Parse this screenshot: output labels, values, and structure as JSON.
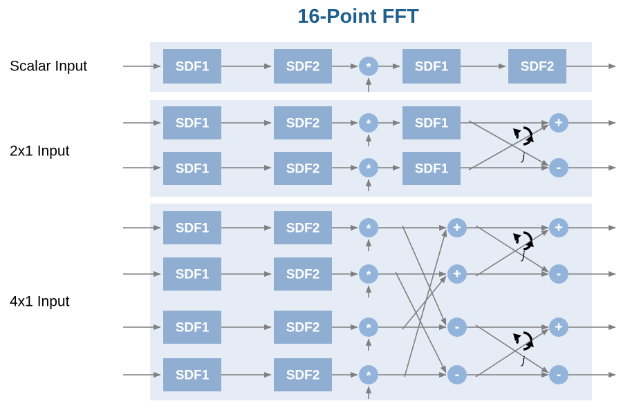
{
  "title": "16-Point FFT",
  "title_color": "#1f5f8f",
  "colors": {
    "panel_bg": "#e6ecf6",
    "block_fill": "#90aed2",
    "circle_fill": "#93b4da",
    "wire": "#7f7f7f",
    "block_text": "#ffffff",
    "label_text": "#000000",
    "page_bg": "#ffffff"
  },
  "rows": [
    {
      "id": "scalar",
      "label": "Scalar Input",
      "lanes": 1,
      "stages": [
        "SDF1",
        "SDF2",
        "*",
        "SDF1",
        "SDF2"
      ]
    },
    {
      "id": "2x1",
      "label": "2x1 Input",
      "lanes": 2,
      "stages": [
        "SDF1",
        "SDF2",
        "*",
        "SDF1",
        "butterfly"
      ],
      "butterfly_ops": [
        "+",
        "-"
      ],
      "rotation_label": "j"
    },
    {
      "id": "4x1",
      "label": "4x1 Input",
      "lanes": 4,
      "stages": [
        "SDF1",
        "SDF2",
        "*",
        "butterfly-1",
        "butterfly-2"
      ],
      "butterfly1_ops": [
        "+",
        "+",
        "-",
        "-"
      ],
      "butterfly2_ops": [
        "+",
        "-",
        "+",
        "-"
      ],
      "rotation_label": "j"
    }
  ],
  "glyphs": {
    "multiplier": "*",
    "plus": "+",
    "minus": "-",
    "rotation": "rotate-icon",
    "twiddle_j": "j"
  },
  "block_names": {
    "sdf1": "SDF1",
    "sdf2": "SDF2"
  }
}
